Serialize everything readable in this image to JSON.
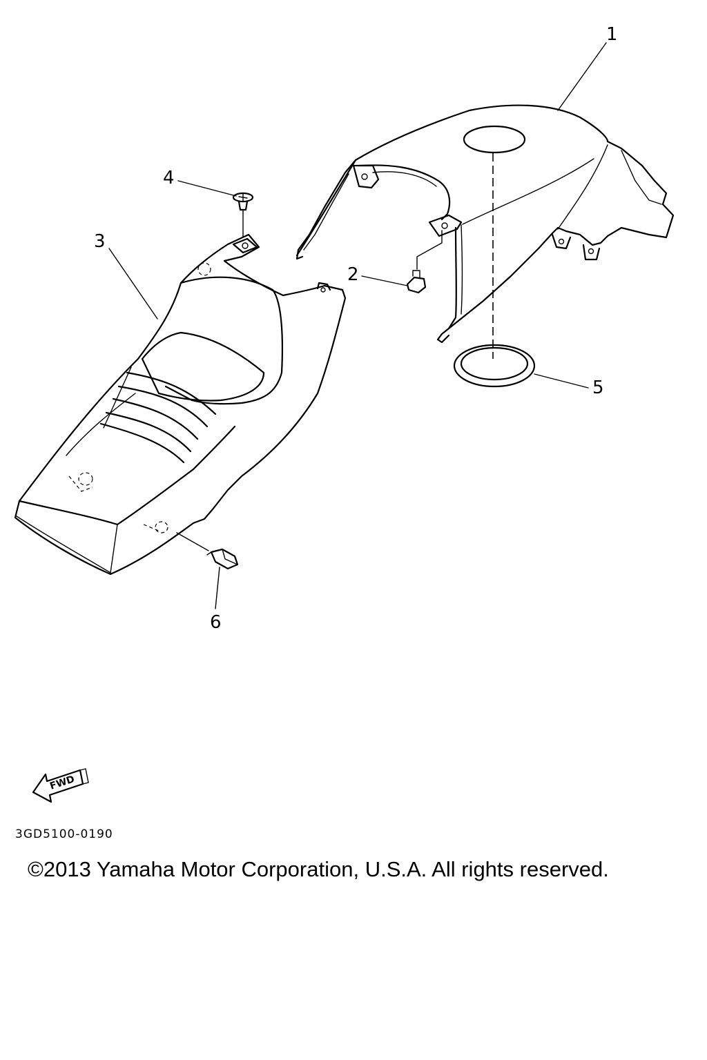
{
  "callouts": {
    "c1": "1",
    "c2": "2",
    "c3": "3",
    "c4": "4",
    "c5": "5",
    "c6": "6"
  },
  "fwd_label": "FWD",
  "diagram_code": "3GD5100-0190",
  "copyright": "©2013 Yamaha Motor Corporation, U.S.A. All rights reserved."
}
